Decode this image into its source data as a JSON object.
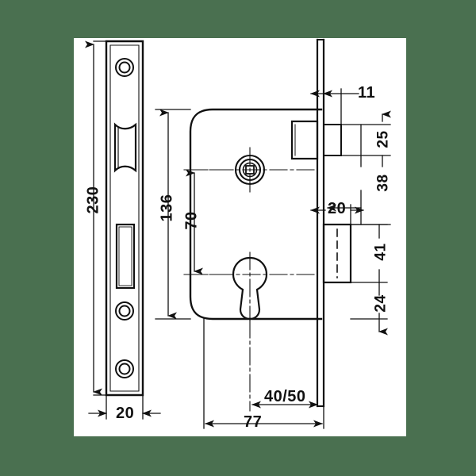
{
  "document": {
    "type": "technical-drawing",
    "subject": "mortise lock",
    "background_color": "#4a7050",
    "sheet_color": "#ffffff",
    "line_color": "#111111"
  },
  "views": {
    "left": {
      "name": "faceplate-front-view",
      "features": [
        "screw-hole-top",
        "latch-bolt-opening",
        "deadbolt-opening",
        "screw-hole-lower",
        "screw-hole-bottom"
      ]
    },
    "right": {
      "name": "lock-body-side-view",
      "features": [
        "lock-case",
        "spindle-hole",
        "euro-cylinder-keyhole",
        "latch-bolt",
        "deadbolt",
        "faceplate-edge"
      ]
    }
  },
  "dimensions": {
    "faceplate_length": "230",
    "faceplate_width": "20",
    "case_height": "136",
    "spindle_to_cylinder": "70",
    "latch_projection": "11",
    "latch_height": "25",
    "latch_to_centre": "38",
    "deadbolt_width": "20",
    "deadbolt_height": "41",
    "deadbolt_to_bottom": "24",
    "backset": "40/50",
    "case_depth": "77"
  },
  "dimension_list": [
    {
      "id": "dim-230",
      "value": "230",
      "orientation": "vertical",
      "view": "faceplate"
    },
    {
      "id": "dim-20-left",
      "value": "20",
      "orientation": "horizontal",
      "view": "faceplate"
    },
    {
      "id": "dim-136",
      "value": "136",
      "orientation": "vertical",
      "view": "body"
    },
    {
      "id": "dim-70",
      "value": "70",
      "orientation": "vertical",
      "view": "body"
    },
    {
      "id": "dim-11",
      "value": "11",
      "orientation": "horizontal",
      "view": "body"
    },
    {
      "id": "dim-25",
      "value": "25",
      "orientation": "vertical",
      "view": "body"
    },
    {
      "id": "dim-38",
      "value": "38",
      "orientation": "vertical",
      "view": "body"
    },
    {
      "id": "dim-20-right",
      "value": "20",
      "orientation": "horizontal",
      "view": "body"
    },
    {
      "id": "dim-41",
      "value": "41",
      "orientation": "vertical",
      "view": "body"
    },
    {
      "id": "dim-24",
      "value": "24",
      "orientation": "vertical",
      "view": "body"
    },
    {
      "id": "dim-4050",
      "value": "40/50",
      "orientation": "horizontal",
      "view": "body"
    },
    {
      "id": "dim-77",
      "value": "77",
      "orientation": "horizontal",
      "view": "body"
    }
  ]
}
